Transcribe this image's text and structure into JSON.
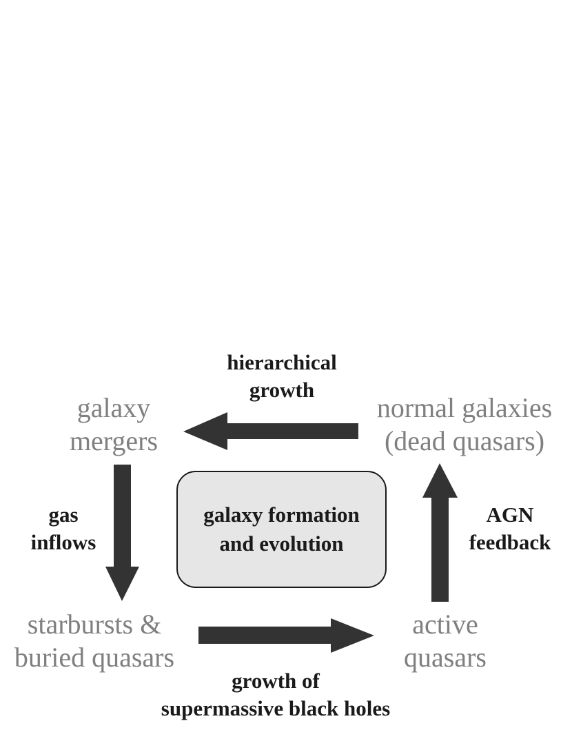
{
  "diagram": {
    "nodes": {
      "galaxy_mergers": [
        "galaxy",
        "mergers"
      ],
      "normal_galaxies": [
        "normal galaxies",
        "(dead quasars)"
      ],
      "starbursts": [
        "starbursts &",
        "buried quasars"
      ],
      "active_quasars": [
        "active",
        "quasars"
      ]
    },
    "center": [
      "galaxy formation",
      "and evolution"
    ],
    "edge_labels": {
      "hierarchical_growth": [
        "hierarchical",
        "growth"
      ],
      "gas_inflows": [
        "gas",
        "inflows"
      ],
      "agn_feedback": [
        "AGN",
        "feedback"
      ],
      "smbh_growth": [
        "growth of",
        "supermassive black holes"
      ]
    },
    "colors": {
      "node_text": "#808080",
      "label_text": "#1a1a1a",
      "arrow": "#333333",
      "center_fill": "#e6e6e6"
    }
  }
}
